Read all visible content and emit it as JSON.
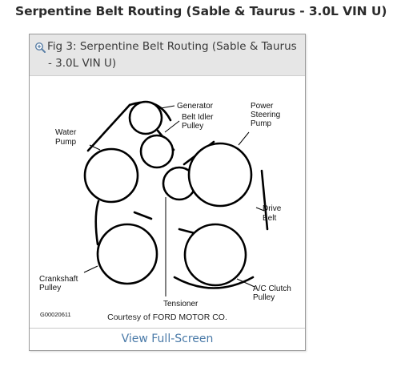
{
  "page": {
    "title": "Serpentine Belt Routing (Sable & Taurus - 3.0L VIN U)"
  },
  "figure": {
    "caption_line1": "Fig 3: Serpentine Belt Routing (Sable & Taurus",
    "caption_line2": "- 3.0L VIN U)",
    "zoom_icon": "magnifier-plus-icon",
    "courtesy": "Courtesy of FORD MOTOR CO.",
    "view_full_screen": "View Full-Screen",
    "link_color": "#4a7aa8"
  },
  "diagram": {
    "labels": {
      "generator": "Generator",
      "belt_idler_1": "Belt Idler",
      "belt_idler_2": "Pulley",
      "power_steering_1": "Power",
      "power_steering_2": "Steering",
      "power_steering_3": "Pump",
      "water_pump_1": "Water",
      "water_pump_2": "Pump",
      "drive_belt_1": "Drive",
      "drive_belt_2": "Belt",
      "crankshaft_1": "Crankshaft",
      "crankshaft_2": "Pulley",
      "ac_clutch_1": "A/C Clutch",
      "ac_clutch_2": "Pulley",
      "tensioner": "Tensioner",
      "part_code": "G00020611"
    }
  }
}
